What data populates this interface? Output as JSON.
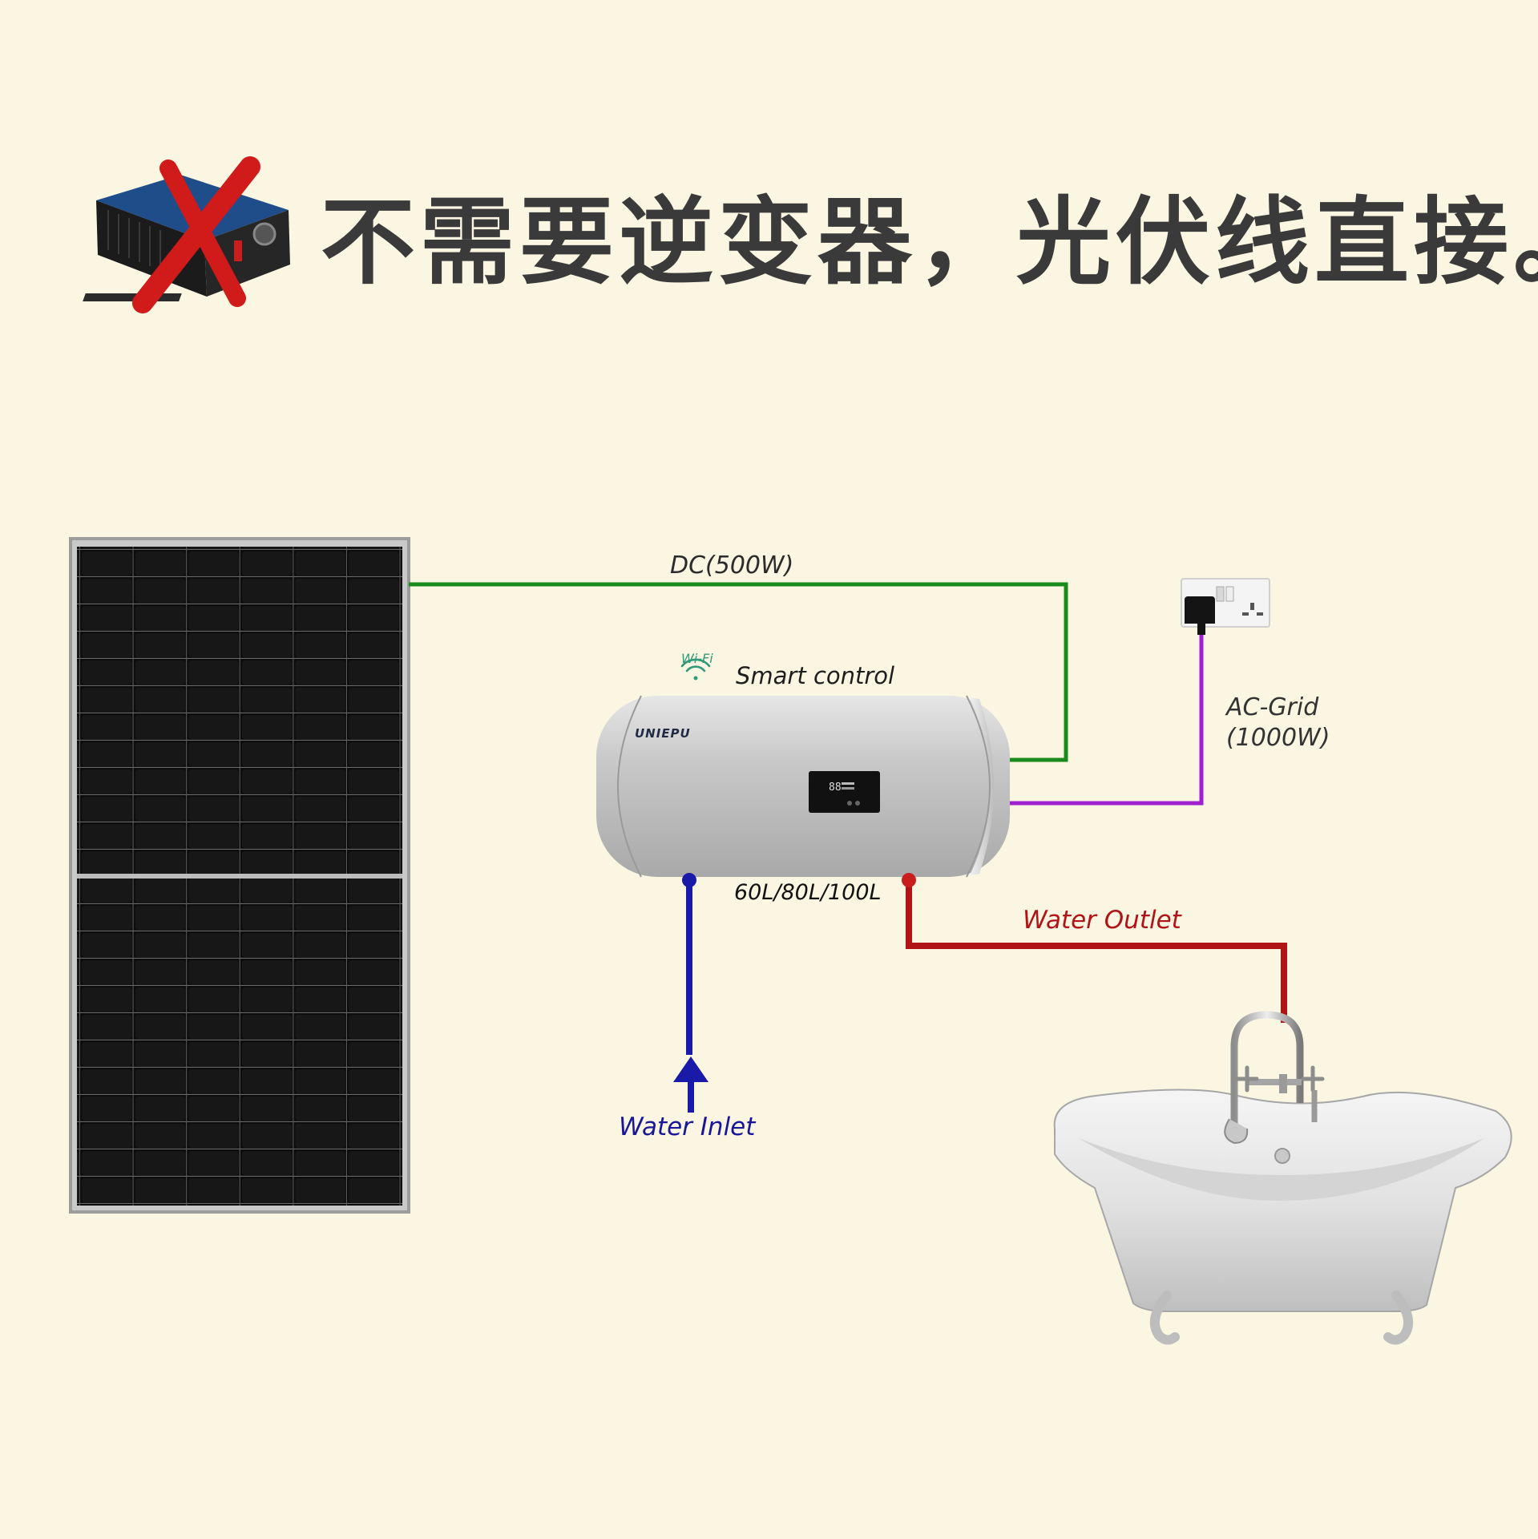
{
  "headline": "不需要逆变器，光伏线直接。",
  "labels": {
    "dc": "DC(500W)",
    "wifi": "Wi-Fi",
    "smart_control": "Smart control",
    "ac_grid_line1": "AC-Grid",
    "ac_grid_line2": "(1000W)",
    "capacity": "60L/80L/100L",
    "water_outlet": "Water Outlet",
    "water_inlet": "Water Inlet",
    "brand": "UNIEPU",
    "display_digits": "88"
  },
  "colors": {
    "background": "#faf6e2",
    "dc_line": "#1a8a1a",
    "ac_line": "#a020d0",
    "outlet_line": "#b11416",
    "inlet_line": "#1a1aa8",
    "cross_mark": "#d11a1a"
  },
  "icons": {
    "inverter": "inverter-icon",
    "cross": "cross-icon",
    "wifi": "wifi-icon",
    "socket": "wall-socket-icon",
    "bathtub": "bathtub-icon"
  }
}
